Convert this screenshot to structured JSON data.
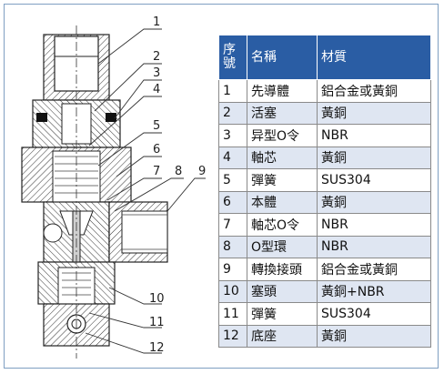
{
  "headers": {
    "no": "序號",
    "no_lines": [
      "序",
      "號"
    ],
    "name": "名稱",
    "material": "材質"
  },
  "parts": [
    {
      "no": "1",
      "name": "先導體",
      "material": "鋁合金或黃銅"
    },
    {
      "no": "2",
      "name": "活塞",
      "material": "黃銅"
    },
    {
      "no": "3",
      "name": "异型O令",
      "material": "NBR"
    },
    {
      "no": "4",
      "name": "軸芯",
      "material": "黃銅"
    },
    {
      "no": "5",
      "name": "彈簧",
      "material": "SUS304"
    },
    {
      "no": "6",
      "name": "本體",
      "material": "黃銅"
    },
    {
      "no": "7",
      "name": "軸芯O令",
      "material": "NBR"
    },
    {
      "no": "8",
      "name": "O型環",
      "material": "NBR"
    },
    {
      "no": "9",
      "name": "轉換接頭",
      "material": "鋁合金或黃銅"
    },
    {
      "no": "10",
      "name": "塞頭",
      "material": "黃銅+NBR"
    },
    {
      "no": "11",
      "name": "彈簧",
      "material": "SUS304"
    },
    {
      "no": "12",
      "name": "底座",
      "material": "黃銅"
    }
  ],
  "callouts": [
    "1",
    "2",
    "3",
    "4",
    "5",
    "6",
    "7",
    "8",
    "9",
    "10",
    "11",
    "12"
  ],
  "colors": {
    "header_bg": "#2a5da4",
    "alt_row_bg": "#dfe6f2",
    "frame": "#7f9fc2"
  }
}
